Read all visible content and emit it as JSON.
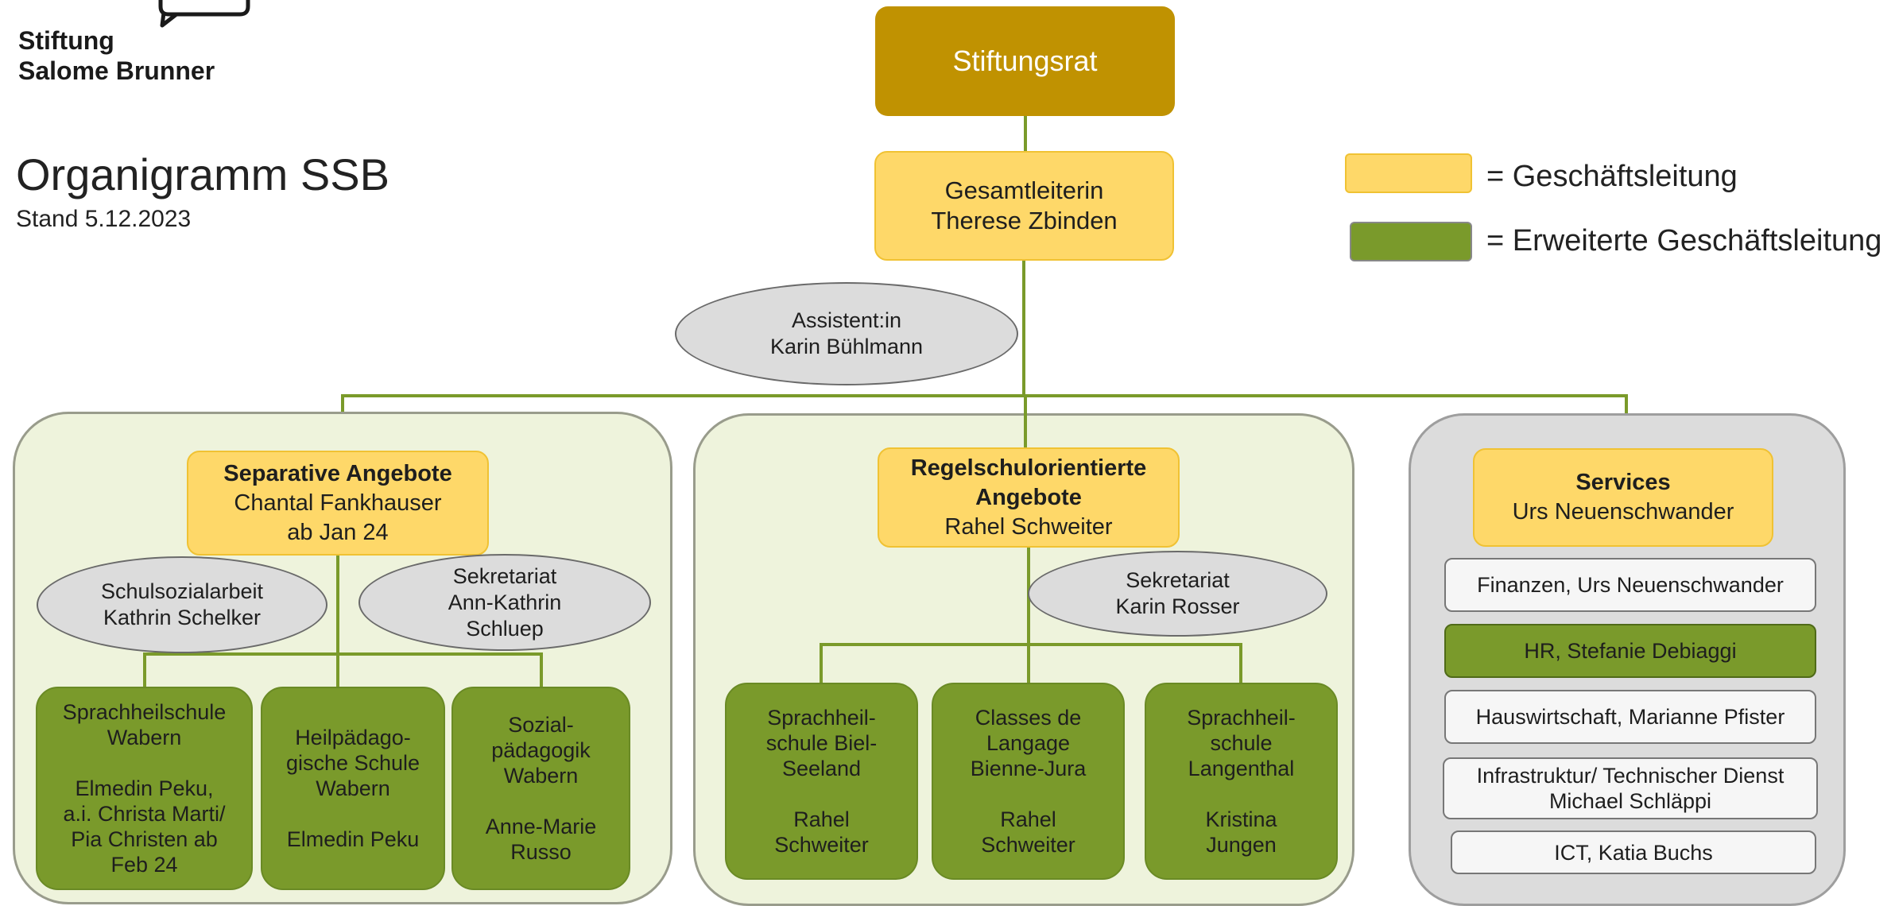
{
  "logo": {
    "line1": "Stiftung",
    "line2": "Salome Brunner"
  },
  "title": "Organigramm SSB",
  "subtitle": "Stand 5.12.2023",
  "legend": {
    "management_label": "= Geschäftsleitung",
    "management_color": "#fed869",
    "extended_label": "= Erweiterte Geschäftsleitung",
    "extended_color": "#7a9a2b"
  },
  "board": {
    "label": "Stiftungsrat",
    "color": "#c09201"
  },
  "director": {
    "role": "Gesamtleiterin",
    "name": "Therese Zbinden"
  },
  "assistant": {
    "role": "Assistent:in",
    "name": "Karin Bühlmann"
  },
  "separative": {
    "title": "Separative Angebote",
    "name": "Chantal Fankhauser",
    "note": "ab Jan 24",
    "social_work": {
      "role": "Schulsozialarbeit",
      "name": "Kathrin Schelker"
    },
    "secretariat": {
      "role": "Sekretariat",
      "name_line1": "Ann-Kathrin",
      "name_line2": "Schluep"
    },
    "units": [
      {
        "lines": [
          "Sprachheilschule",
          "Wabern",
          "",
          "Elmedin Peku,",
          "a.i. Christa Marti/",
          "Pia Christen ab",
          "Feb 24"
        ]
      },
      {
        "lines": [
          "Heilpädago-",
          "gische Schule",
          "Wabern",
          "",
          "Elmedin Peku"
        ]
      },
      {
        "lines": [
          "Sozial-",
          "pädagogik",
          "Wabern",
          "",
          "Anne-Marie",
          "Russo"
        ]
      }
    ]
  },
  "regular": {
    "title_line1": "Regelschulorientierte",
    "title_line2": "Angebote",
    "name": "Rahel Schweiter",
    "secretariat": {
      "role": "Sekretariat",
      "name": "Karin Rosser"
    },
    "units": [
      {
        "lines": [
          "Sprachheil-",
          "schule Biel-",
          "Seeland",
          "",
          "Rahel",
          "Schweiter"
        ]
      },
      {
        "lines": [
          "Classes de",
          "Langage",
          "Bienne-Jura",
          "",
          "Rahel",
          "Schweiter"
        ]
      },
      {
        "lines": [
          "Sprachheil-",
          "schule",
          "Langenthal",
          "",
          "Kristina",
          "Jungen"
        ]
      }
    ]
  },
  "services": {
    "title": "Services",
    "name": "Urs Neuenschwander",
    "items": [
      {
        "lines": [
          "Finanzen, Urs Neuenschwander"
        ]
      },
      {
        "lines": [
          "HR, Stefanie Debiaggi"
        ]
      },
      {
        "lines": [
          "Hauswirtschaft, Marianne Pfister"
        ]
      },
      {
        "lines": [
          "Infrastruktur/ Technischer Dienst",
          "Michael Schläppi"
        ]
      },
      {
        "lines": [
          "ICT, Katia Buchs"
        ]
      }
    ]
  }
}
